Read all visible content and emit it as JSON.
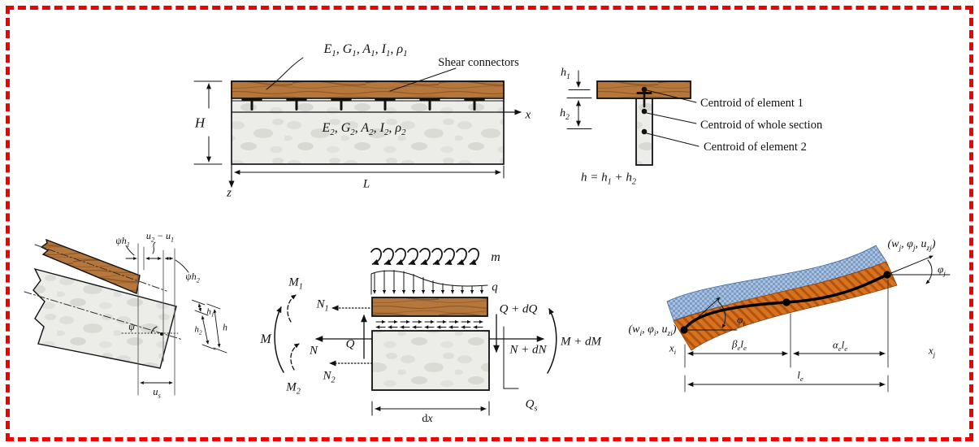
{
  "colors": {
    "border": "#f20000",
    "wood_base": "#b5773b",
    "wood_grain": "#8a5322",
    "concrete_base": "#ecece9",
    "concrete_mottle": "#d5d5cf",
    "blue_layer": "#7b9cc9",
    "blue_dot": "#a9c1dd",
    "orange_layer": "#d9721f",
    "orange_hatch": "#b0540f",
    "line": "#111111",
    "background": "#ffffff"
  },
  "beam_elevation": {
    "element1_properties": "E<sub>1</sub>, G<sub>1</sub>, A<sub>1</sub>, I<sub>1</sub>, ρ<sub>1</sub>",
    "shear_connectors_label": "Shear connectors",
    "height_label": "H",
    "x_axis_label": "x",
    "element2_properties": "E<sub>2</sub>, G<sub>2</sub>, A<sub>2</sub>, I<sub>2</sub>, ρ<sub>2</sub>",
    "length_label": "L",
    "z_axis_label": "z"
  },
  "cross_section": {
    "h1_label": "h<sub>1</sub>",
    "h2_label": "h<sub>2</sub>",
    "centroid_element1": "Centroid of element 1",
    "centroid_whole": "Centroid of whole section",
    "centroid_element2": "Centroid of element 2",
    "height_equation": "h = h<sub>1</sub> + h<sub>2</sub>"
  },
  "kinematics": {
    "psi_h1": "ψh<sub>1</sub>",
    "slip_difference": "u<sub>2</sub> − u<sub>1</sub>",
    "psi_h2": "ψh<sub>2</sub>",
    "psi": "ψ",
    "h1": "h<sub>1</sub>",
    "h2": "h<sub>2</sub>",
    "h": "h",
    "slip_total": "u<sub>s</sub>"
  },
  "free_body": {
    "moment_load": "m",
    "distributed_load": "q",
    "M1": "M<sub>1</sub>",
    "N1": "N<sub>1</sub>",
    "M": "M",
    "N": "N",
    "Q": "Q",
    "N2": "N<sub>2</sub>",
    "M2": "M<sub>2</sub>",
    "Q_plus_dQ": "Q + dQ",
    "N_plus_dN": "N + dN",
    "M_plus_dM": "M + dM",
    "Qs": "Q<sub>s</sub>",
    "dx": "d<i>x</i>"
  },
  "finite_element": {
    "node_j_dofs": "(w<sub>j</sub>, φ<sub>j</sub>, u<sub>zj</sub>)",
    "phi_j": "φ<sub>j</sub>",
    "node_i_dofs": "(w<sub>i</sub>, φ<sub>i</sub>, u<sub>zi</sub>)",
    "phi_i": "φ<sub>i</sub>",
    "x_i": "x<sub>i</sub>",
    "x_j": "x<sub>j</sub>",
    "beta_segment": "β<sub>e</sub>l<sub>e</sub>",
    "alpha_segment": "α<sub>e</sub>l<sub>e</sub>",
    "element_length": "l<sub>e</sub>"
  }
}
